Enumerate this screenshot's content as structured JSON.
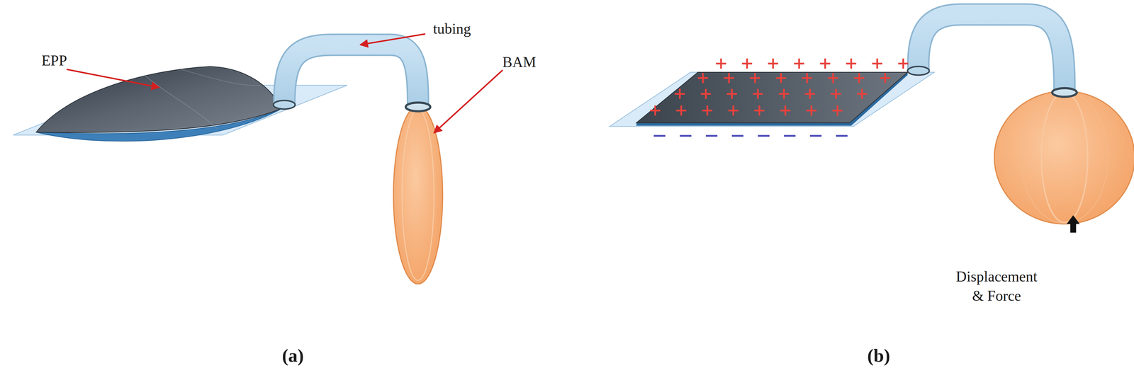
{
  "diagram": {
    "labels": [
      "EPP",
      "tubing",
      "BAM",
      "Displacement & Force",
      "(a)",
      "(b)"
    ]
  }
}
